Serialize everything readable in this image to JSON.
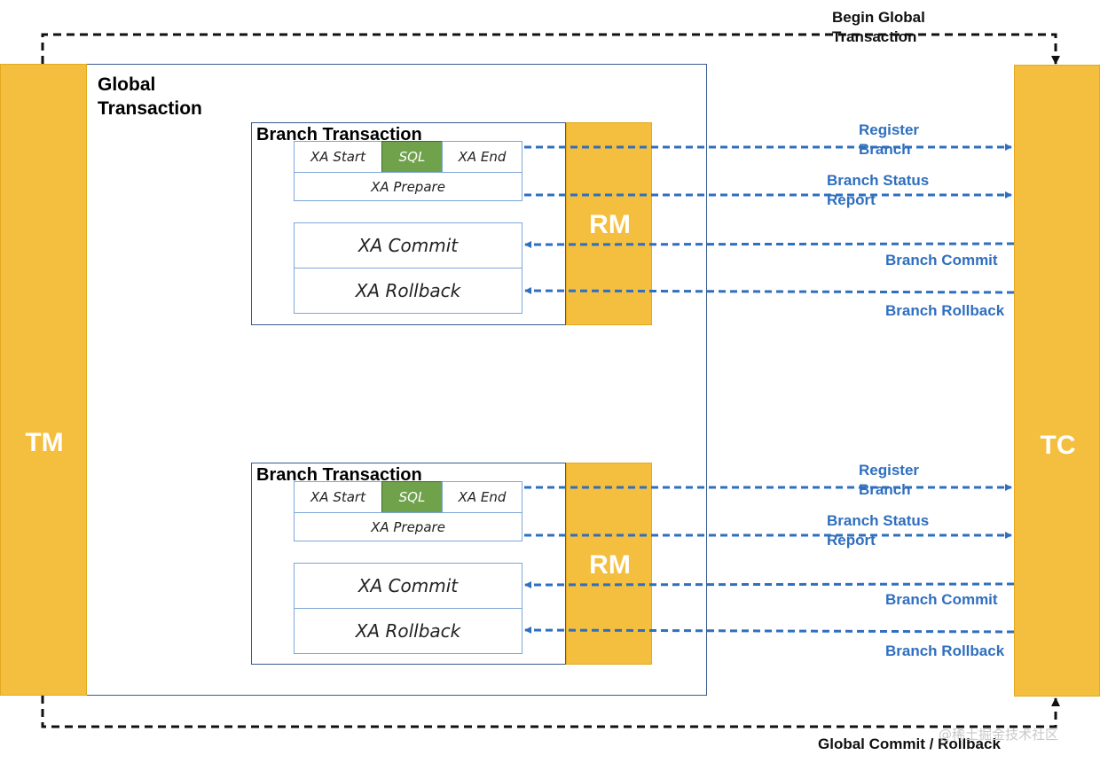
{
  "tm": {
    "label": "TM"
  },
  "tc": {
    "label": "TC"
  },
  "global": {
    "title_line1": "Global",
    "title_line2": "Transaction"
  },
  "top_arrow": {
    "line1": "Begin Global",
    "line2": "Transaction"
  },
  "bottom_arrow": {
    "label": "Global Commit / Rollback"
  },
  "branches": [
    {
      "title": "Branch Transaction",
      "xa_start": "XA Start",
      "sql": "SQL",
      "xa_end": "XA End",
      "xa_prepare": "XA Prepare",
      "xa_commit": "XA Commit",
      "xa_rollback": "XA Rollback",
      "rm": "RM",
      "register_line1": "Register",
      "register_line2": "Branch",
      "status_line1": "Branch Status",
      "status_line2": "Report",
      "commit": "Branch Commit",
      "rollback": "Branch Rollback"
    },
    {
      "title": "Branch Transaction",
      "xa_start": "XA Start",
      "sql": "SQL",
      "xa_end": "XA End",
      "xa_prepare": "XA Prepare",
      "xa_commit": "XA Commit",
      "xa_rollback": "XA Rollback",
      "rm": "RM",
      "register_line1": "Register",
      "register_line2": "Branch",
      "status_line1": "Branch Status",
      "status_line2": "Report",
      "commit": "Branch Commit",
      "rollback": "Branch Rollback"
    }
  ],
  "watermark": "@稀土掘金技术社区",
  "colors": {
    "yellow": "#F4BE3E",
    "blue": "#2F6FBF",
    "green": "#6FA24A",
    "navy": "#3A5B8C"
  }
}
